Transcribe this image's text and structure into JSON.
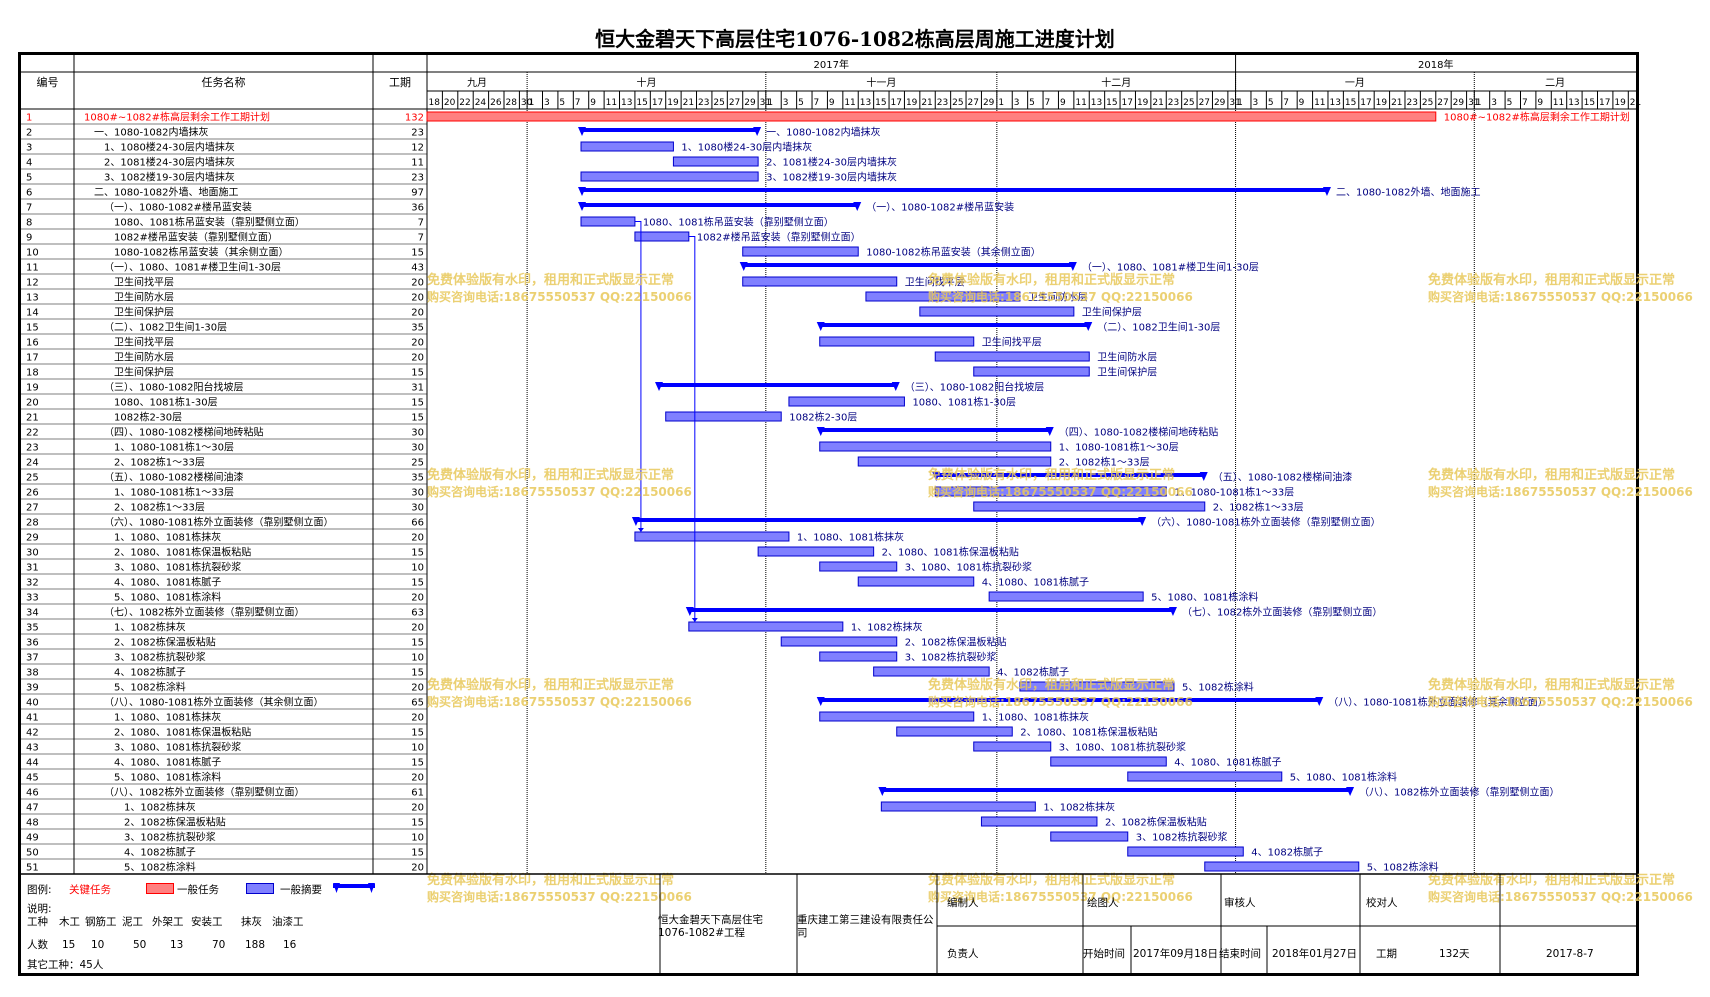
{
  "title": "恒大金碧天下高层住宅1076-1082栋高层周施工进度计划",
  "headers": {
    "id": "编号",
    "name": "任务名称",
    "dur": "工期"
  },
  "timeline": {
    "start": "2017-09-18",
    "end": "2018-02-22",
    "years": [
      {
        "label": "2017年",
        "from": "2017-09-18",
        "to": "2018-01-01"
      },
      {
        "label": "2018年",
        "from": "2018-01-01",
        "to": "2018-02-22"
      }
    ],
    "months": [
      {
        "label": "九月",
        "from": "2017-09-18",
        "to": "2017-10-01"
      },
      {
        "label": "十月",
        "from": "2017-10-01",
        "to": "2017-11-01"
      },
      {
        "label": "十一月",
        "from": "2017-11-01",
        "to": "2017-12-01"
      },
      {
        "label": "十二月",
        "from": "2017-12-01",
        "to": "2018-01-01"
      },
      {
        "label": "一月",
        "from": "2018-01-01",
        "to": "2018-02-01"
      },
      {
        "label": "二月",
        "from": "2018-02-01",
        "to": "2018-02-22"
      }
    ]
  },
  "tasks": [
    {
      "id": "1",
      "name": "1080#~1082#栋高层剩余工作工期计划",
      "dur": "132",
      "start": "2017-09-18",
      "end": "2018-01-27",
      "kind": "critical",
      "label": "1080#~1082#栋高层剩余工作工期计划",
      "indent": 0
    },
    {
      "id": "2",
      "name": "一、1080-1082内墙抹灰",
      "dur": "23",
      "start": "2017-10-08",
      "end": "2017-10-31",
      "kind": "summary",
      "label": "一、1080-1082内墙抹灰",
      "indent": 1
    },
    {
      "id": "3",
      "name": "1、1080楼24-30层内墙抹灰",
      "dur": "12",
      "start": "2017-10-08",
      "end": "2017-10-20",
      "kind": "task",
      "label": "1、1080楼24-30层内墙抹灰",
      "indent": 2
    },
    {
      "id": "4",
      "name": "2、1081楼24-30层内墙抹灰",
      "dur": "11",
      "start": "2017-10-20",
      "end": "2017-10-31",
      "kind": "task",
      "label": "2、1081楼24-30层内墙抹灰",
      "indent": 2
    },
    {
      "id": "5",
      "name": "3、1082楼19-30层内墙抹灰",
      "dur": "23",
      "start": "2017-10-08",
      "end": "2017-10-31",
      "kind": "task",
      "label": "3、1082楼19-30层内墙抹灰",
      "indent": 2
    },
    {
      "id": "6",
      "name": "二、1080-1082外墙、地面施工",
      "dur": "97",
      "start": "2017-10-08",
      "end": "2018-01-13",
      "kind": "summary",
      "label": "二、1080-1082外墙、地面施工",
      "indent": 1
    },
    {
      "id": "7",
      "name": "（一）、1080-1082#楼吊蓝安装",
      "dur": "36",
      "start": "2017-10-08",
      "end": "2017-11-13",
      "kind": "summary",
      "label": "（一）、1080-1082#楼吊蓝安装",
      "indent": 2
    },
    {
      "id": "8",
      "name": "1080、1081栋吊蓝安装（靠别墅侧立面）",
      "dur": "7",
      "start": "2017-10-08",
      "end": "2017-10-15",
      "kind": "task",
      "label": "1080、1081栋吊蓝安装（靠别墅侧立面）",
      "indent": 3
    },
    {
      "id": "9",
      "name": "1082#楼吊蓝安装（靠别墅侧立面）",
      "dur": "7",
      "start": "2017-10-15",
      "end": "2017-10-22",
      "kind": "task",
      "label": "1082#楼吊蓝安装（靠别墅侧立面）",
      "indent": 3
    },
    {
      "id": "10",
      "name": "1080-1082栋吊蓝安装（其余侧立面）",
      "dur": "15",
      "start": "2017-10-29",
      "end": "2017-11-13",
      "kind": "task",
      "label": "1080-1082栋吊蓝安装（其余侧立面）",
      "indent": 3
    },
    {
      "id": "11",
      "name": "（一）、1080、1081#楼卫生间1-30层",
      "dur": "43",
      "start": "2017-10-29",
      "end": "2017-12-11",
      "kind": "summary",
      "label": "（一）、1080、1081#楼卫生间1-30层",
      "indent": 2
    },
    {
      "id": "12",
      "name": "卫生间找平层",
      "dur": "20",
      "start": "2017-10-29",
      "end": "2017-11-18",
      "kind": "task",
      "label": "卫生间找平层",
      "indent": 3
    },
    {
      "id": "13",
      "name": "卫生间防水层",
      "dur": "20",
      "start": "2017-11-14",
      "end": "2017-12-04",
      "kind": "task",
      "label": "卫生间防水层",
      "indent": 3
    },
    {
      "id": "14",
      "name": "卫生间保护层",
      "dur": "20",
      "start": "2017-11-21",
      "end": "2017-12-11",
      "kind": "task",
      "label": "卫生间保护层",
      "indent": 3
    },
    {
      "id": "15",
      "name": "（二）、1082卫生间1-30层",
      "dur": "35",
      "start": "2017-11-08",
      "end": "2017-12-13",
      "kind": "summary",
      "label": "（二）、1082卫生间1-30层",
      "indent": 2
    },
    {
      "id": "16",
      "name": "卫生间找平层",
      "dur": "20",
      "start": "2017-11-08",
      "end": "2017-11-28",
      "kind": "task",
      "label": "卫生间找平层",
      "indent": 3
    },
    {
      "id": "17",
      "name": "卫生间防水层",
      "dur": "20",
      "start": "2017-11-23",
      "end": "2017-12-13",
      "kind": "task",
      "label": "卫生间防水层",
      "indent": 3
    },
    {
      "id": "18",
      "name": "卫生间保护层",
      "dur": "15",
      "start": "2017-11-28",
      "end": "2017-12-13",
      "kind": "task",
      "label": "卫生间保护层",
      "indent": 3
    },
    {
      "id": "19",
      "name": "（三）、1080-1082阳台找坡层",
      "dur": "31",
      "start": "2017-10-18",
      "end": "2017-11-18",
      "kind": "summary",
      "label": "（三）、1080-1082阳台找坡层",
      "indent": 2
    },
    {
      "id": "20",
      "name": "1080、1081栋1-30层",
      "dur": "15",
      "start": "2017-11-04",
      "end": "2017-11-19",
      "kind": "task",
      "label": "1080、1081栋1-30层",
      "indent": 3
    },
    {
      "id": "21",
      "name": "1082栋2-30层",
      "dur": "15",
      "start": "2017-10-19",
      "end": "2017-11-03",
      "kind": "task",
      "label": "1082栋2-30层",
      "indent": 3
    },
    {
      "id": "22",
      "name": "（四）、1080-1082楼梯间地砖粘贴",
      "dur": "30",
      "start": "2017-11-08",
      "end": "2017-12-08",
      "kind": "summary",
      "label": "（四）、1080-1082楼梯间地砖粘贴",
      "indent": 2
    },
    {
      "id": "23",
      "name": "1、1080-1081栋1～30层",
      "dur": "30",
      "start": "2017-11-08",
      "end": "2017-12-08",
      "kind": "task",
      "label": "1、1080-1081栋1～30层",
      "indent": 3
    },
    {
      "id": "24",
      "name": "2、1082栋1～33层",
      "dur": "25",
      "start": "2017-11-13",
      "end": "2017-12-08",
      "kind": "task",
      "label": "2、1082栋1～33层",
      "indent": 3
    },
    {
      "id": "25",
      "name": "（五）、1080-1082楼梯间油漆",
      "dur": "35",
      "start": "2017-11-23",
      "end": "2017-12-28",
      "kind": "summary",
      "label": "（五）、1080-1082楼梯间油漆",
      "indent": 2
    },
    {
      "id": "26",
      "name": "1、1080-1081栋1～33层",
      "dur": "30",
      "start": "2017-11-23",
      "end": "2017-12-23",
      "kind": "task",
      "label": "1、1080-1081栋1～33层",
      "indent": 3
    },
    {
      "id": "27",
      "name": "2、1082栋1～33层",
      "dur": "30",
      "start": "2017-11-28",
      "end": "2017-12-28",
      "kind": "task",
      "label": "2、1082栋1～33层",
      "indent": 3
    },
    {
      "id": "28",
      "name": "（六）、1080-1081栋外立面装修（靠别墅侧立面）",
      "dur": "66",
      "start": "2017-10-15",
      "end": "2017-12-20",
      "kind": "summary",
      "label": "（六）、1080-1081栋外立面装修（靠别墅侧立面）",
      "indent": 2
    },
    {
      "id": "29",
      "name": "1、1080、1081栋抹灰",
      "dur": "20",
      "start": "2017-10-15",
      "end": "2017-11-04",
      "kind": "task",
      "label": "1、1080、1081栋抹灰",
      "indent": 3
    },
    {
      "id": "30",
      "name": "2、1080、1081栋保温板粘贴",
      "dur": "15",
      "start": "2017-10-31",
      "end": "2017-11-15",
      "kind": "task",
      "label": "2、1080、1081栋保温板粘贴",
      "indent": 3
    },
    {
      "id": "31",
      "name": "3、1080、1081栋抗裂砂浆",
      "dur": "10",
      "start": "2017-11-08",
      "end": "2017-11-18",
      "kind": "task",
      "label": "3、1080、1081栋抗裂砂浆",
      "indent": 3
    },
    {
      "id": "32",
      "name": "4、1080、1081栋腻子",
      "dur": "15",
      "start": "2017-11-13",
      "end": "2017-11-28",
      "kind": "task",
      "label": "4、1080、1081栋腻子",
      "indent": 3
    },
    {
      "id": "33",
      "name": "5、1080、1081栋涂料",
      "dur": "20",
      "start": "2017-11-30",
      "end": "2017-12-20",
      "kind": "task",
      "label": "5、1080、1081栋涂料",
      "indent": 3
    },
    {
      "id": "34",
      "name": "（七）、1082栋外立面装修（靠别墅侧立面）",
      "dur": "63",
      "start": "2017-10-22",
      "end": "2017-12-24",
      "kind": "summary",
      "label": "（七）、1082栋外立面装修（靠别墅侧立面）",
      "indent": 2
    },
    {
      "id": "35",
      "name": "1、1082栋抹灰",
      "dur": "20",
      "start": "2017-10-22",
      "end": "2017-11-11",
      "kind": "task",
      "label": "1、1082栋抹灰",
      "indent": 3
    },
    {
      "id": "36",
      "name": "2、1082栋保温板粘贴",
      "dur": "15",
      "start": "2017-11-03",
      "end": "2017-11-18",
      "kind": "task",
      "label": "2、1082栋保温板粘贴",
      "indent": 3
    },
    {
      "id": "37",
      "name": "3、1082栋抗裂砂浆",
      "dur": "10",
      "start": "2017-11-08",
      "end": "2017-11-18",
      "kind": "task",
      "label": "3、1082栋抗裂砂浆",
      "indent": 3
    },
    {
      "id": "38",
      "name": "4、1082栋腻子",
      "dur": "15",
      "start": "2017-11-15",
      "end": "2017-11-30",
      "kind": "task",
      "label": "4、1082栋腻子",
      "indent": 3
    },
    {
      "id": "39",
      "name": "5、1082栋涂料",
      "dur": "20",
      "start": "2017-12-04",
      "end": "2017-12-24",
      "kind": "task",
      "label": "5、1082栋涂料",
      "indent": 3
    },
    {
      "id": "40",
      "name": "（八）、1080-1081栋外立面装修（其余侧立面）",
      "dur": "65",
      "start": "2017-11-08",
      "end": "2018-01-12",
      "kind": "summary",
      "label": "（八）、1080-1081栋外立面装修（其余侧立面）",
      "indent": 2
    },
    {
      "id": "41",
      "name": "1、1080、1081栋抹灰",
      "dur": "20",
      "start": "2017-11-08",
      "end": "2017-11-28",
      "kind": "task",
      "label": "1、1080、1081栋抹灰",
      "indent": 3
    },
    {
      "id": "42",
      "name": "2、1080、1081栋保温板粘贴",
      "dur": "15",
      "start": "2017-11-18",
      "end": "2017-12-03",
      "kind": "task",
      "label": "2、1080、1081栋保温板粘贴",
      "indent": 3
    },
    {
      "id": "43",
      "name": "3、1080、1081栋抗裂砂浆",
      "dur": "10",
      "start": "2017-11-28",
      "end": "2017-12-08",
      "kind": "task",
      "label": "3、1080、1081栋抗裂砂浆",
      "indent": 3
    },
    {
      "id": "44",
      "name": "4、1080、1081栋腻子",
      "dur": "15",
      "start": "2017-12-08",
      "end": "2017-12-23",
      "kind": "task",
      "label": "4、1080、1081栋腻子",
      "indent": 3
    },
    {
      "id": "45",
      "name": "5、1080、1081栋涂料",
      "dur": "20",
      "start": "2017-12-18",
      "end": "2018-01-07",
      "kind": "task",
      "label": "5、1080、1081栋涂料",
      "indent": 3
    },
    {
      "id": "46",
      "name": "（八）、1082栋外立面装修（靠别墅侧立面）",
      "dur": "61",
      "start": "2017-11-16",
      "end": "2018-01-16",
      "kind": "summary",
      "label": "（八）、1082栋外立面装修（靠别墅侧立面）",
      "indent": 2
    },
    {
      "id": "47",
      "name": "1、1082栋抹灰",
      "dur": "20",
      "start": "2017-11-16",
      "end": "2017-12-06",
      "kind": "task",
      "label": "1、1082栋抹灰",
      "indent": 4
    },
    {
      "id": "48",
      "name": "2、1082栋保温板粘贴",
      "dur": "15",
      "start": "2017-11-29",
      "end": "2017-12-14",
      "kind": "task",
      "label": "2、1082栋保温板粘贴",
      "indent": 4
    },
    {
      "id": "49",
      "name": "3、1082栋抗裂砂浆",
      "dur": "10",
      "start": "2017-12-08",
      "end": "2017-12-18",
      "kind": "task",
      "label": "3、1082栋抗裂砂浆",
      "indent": 4
    },
    {
      "id": "50",
      "name": "4、1082栋腻子",
      "dur": "15",
      "start": "2017-12-18",
      "end": "2018-01-02",
      "kind": "task",
      "label": "4、1082栋腻子",
      "indent": 4
    },
    {
      "id": "51",
      "name": "5、1082栋涂料",
      "dur": "20",
      "start": "2017-12-28",
      "end": "2018-01-17",
      "kind": "task",
      "label": "5、1082栋涂料",
      "indent": 4
    }
  ],
  "links": [
    {
      "from": "8",
      "to": "29"
    },
    {
      "from": "9",
      "to": "35"
    }
  ],
  "watermark": {
    "line1": "免费体验版有水印，租用和正式版显示正常",
    "line2": "购买咨询电话:18675550537 QQ:22150066"
  },
  "footer": {
    "legend_label": "图例:",
    "legend_critical": "关键任务",
    "legend_task": "一般任务",
    "legend_summary": "一般摘要",
    "note_label": "说明:",
    "workers_label": "工种",
    "workers": [
      "木工",
      "钢筋工",
      "泥工",
      "外架工",
      "安装工",
      "抹灰",
      "油漆工"
    ],
    "count_label": "人数",
    "counts": [
      "15",
      "10",
      "50",
      "13",
      "70",
      "188",
      "16"
    ],
    "other": "其它工种：45人",
    "project": "恒大金碧天下高层住宅1076-1082#工程",
    "company": "重庆建工第三建设有限责任公司",
    "editor_label": "编制人",
    "drawer_label": "绘图人",
    "reviewer_label": "审核人",
    "checker_label": "校对人",
    "owner_label": "负责人",
    "start_label": "开始时间",
    "start_value": "2017年09月18日",
    "end_label": "结束时间",
    "end_value": "2018年01月27日",
    "period_label": "工期",
    "period_value": "132天",
    "date": "2017-8-7"
  },
  "colors": {
    "task_fill": "#8080ff",
    "task_stroke": "#0000cc",
    "summary": "#0000ff",
    "critical_fill": "#ff8080",
    "critical_stroke": "#ff0000",
    "label_blue": "#000080",
    "watermark": "#e8c85a",
    "link": "#0000ff"
  }
}
